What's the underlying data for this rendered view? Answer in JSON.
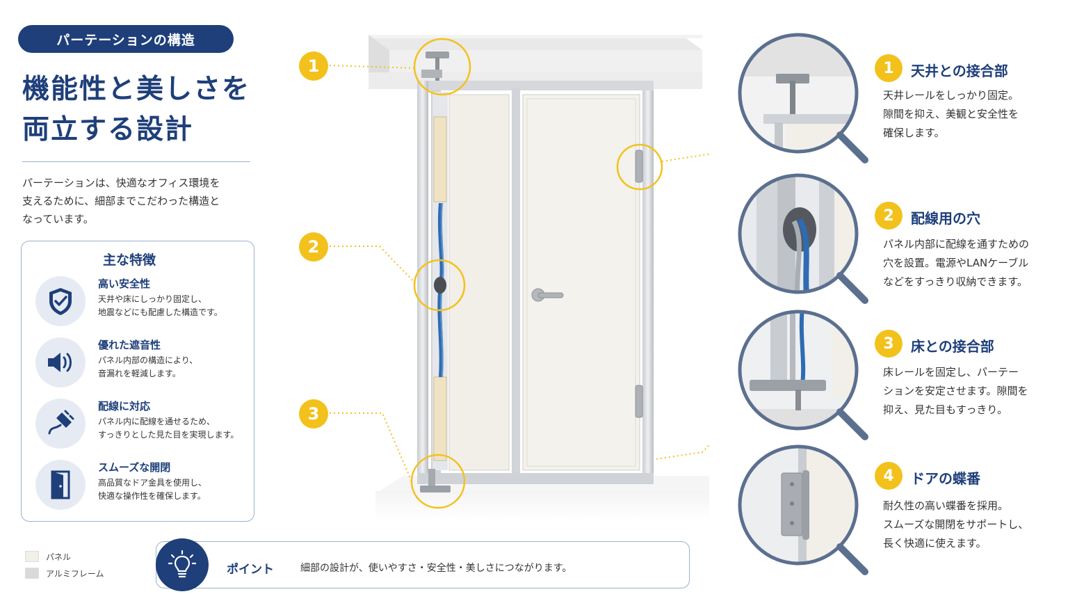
{
  "badge": "パーテーションの構造",
  "headline": [
    "機能性と美しさを",
    "両立する設計"
  ],
  "intro": [
    "パーテーションは、快適なオフィス環境を",
    "支えるために、細部までこだわった構造と",
    "なっています。"
  ],
  "features": {
    "title": "主な特徴",
    "items": [
      {
        "icon": "shield-check-icon",
        "title": "高い安全性",
        "desc": [
          "天井や床にしっかり固定し、",
          "地震などにも配慮した構造です。"
        ]
      },
      {
        "icon": "speaker-icon",
        "title": "優れた遮音性",
        "desc": [
          "パネル内部の構造により、",
          "音漏れを軽減します。"
        ]
      },
      {
        "icon": "plug-icon",
        "title": "配線に対応",
        "desc": [
          "パネル内に配線を通せるため、",
          "すっきりとした見た目を実現します。"
        ]
      },
      {
        "icon": "door-icon",
        "title": "スムーズな開閉",
        "desc": [
          "高品質なドア金具を使用し、",
          "快適な操作性を確保します。"
        ]
      }
    ]
  },
  "legend": [
    {
      "label": "パネル",
      "color": "#f1efe8"
    },
    {
      "label": "アルミフレーム",
      "color": "#d9d9d9"
    }
  ],
  "point": {
    "label": "ポイント",
    "text": "細部の設計が、使いやすさ・安全性・美しさにつながります。"
  },
  "markers": [
    "1",
    "2",
    "3"
  ],
  "details": [
    {
      "num": "1",
      "title": "天井との接合部",
      "desc": [
        "天井レールをしっかり固定。",
        "隙間を抑え、美観と安全性を",
        "確保します。"
      ]
    },
    {
      "num": "2",
      "title": "配線用の穴",
      "desc": [
        "パネル内部に配線を通すための",
        "穴を設置。電源やLANケーブル",
        "などをすっきり収納できます。"
      ]
    },
    {
      "num": "3",
      "title": "床との接合部",
      "desc": [
        "床レールを固定し、パーテー",
        "ションを安定させます。隙間を",
        "抑え、見た目もすっきり。"
      ]
    },
    {
      "num": "4",
      "title": "ドアの蝶番",
      "desc": [
        "耐久性の高い蝶番を採用。",
        "スムーズな開閉をサポートし、",
        "長く快適に使えます。"
      ]
    }
  ],
  "colors": {
    "navy": "#1e3f7a",
    "accent": "#f3c11b",
    "panel": "#f1efe8",
    "frame": "#d9d9d9"
  }
}
